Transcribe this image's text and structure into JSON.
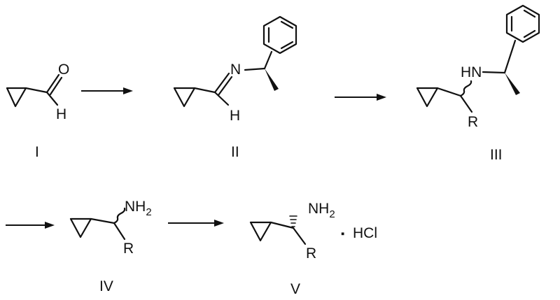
{
  "scheme": {
    "compound_labels": [
      "I",
      "II",
      "III",
      "IV",
      "V"
    ],
    "atoms": {
      "oxygen": "O",
      "hydrogen": "H",
      "nitrogen": "N",
      "amine_h": "HN",
      "r_group": "R",
      "nh": "NH",
      "nh_sub": "2",
      "salt_dot": "▪",
      "salt": "HCl"
    },
    "arrow_count": 4
  }
}
